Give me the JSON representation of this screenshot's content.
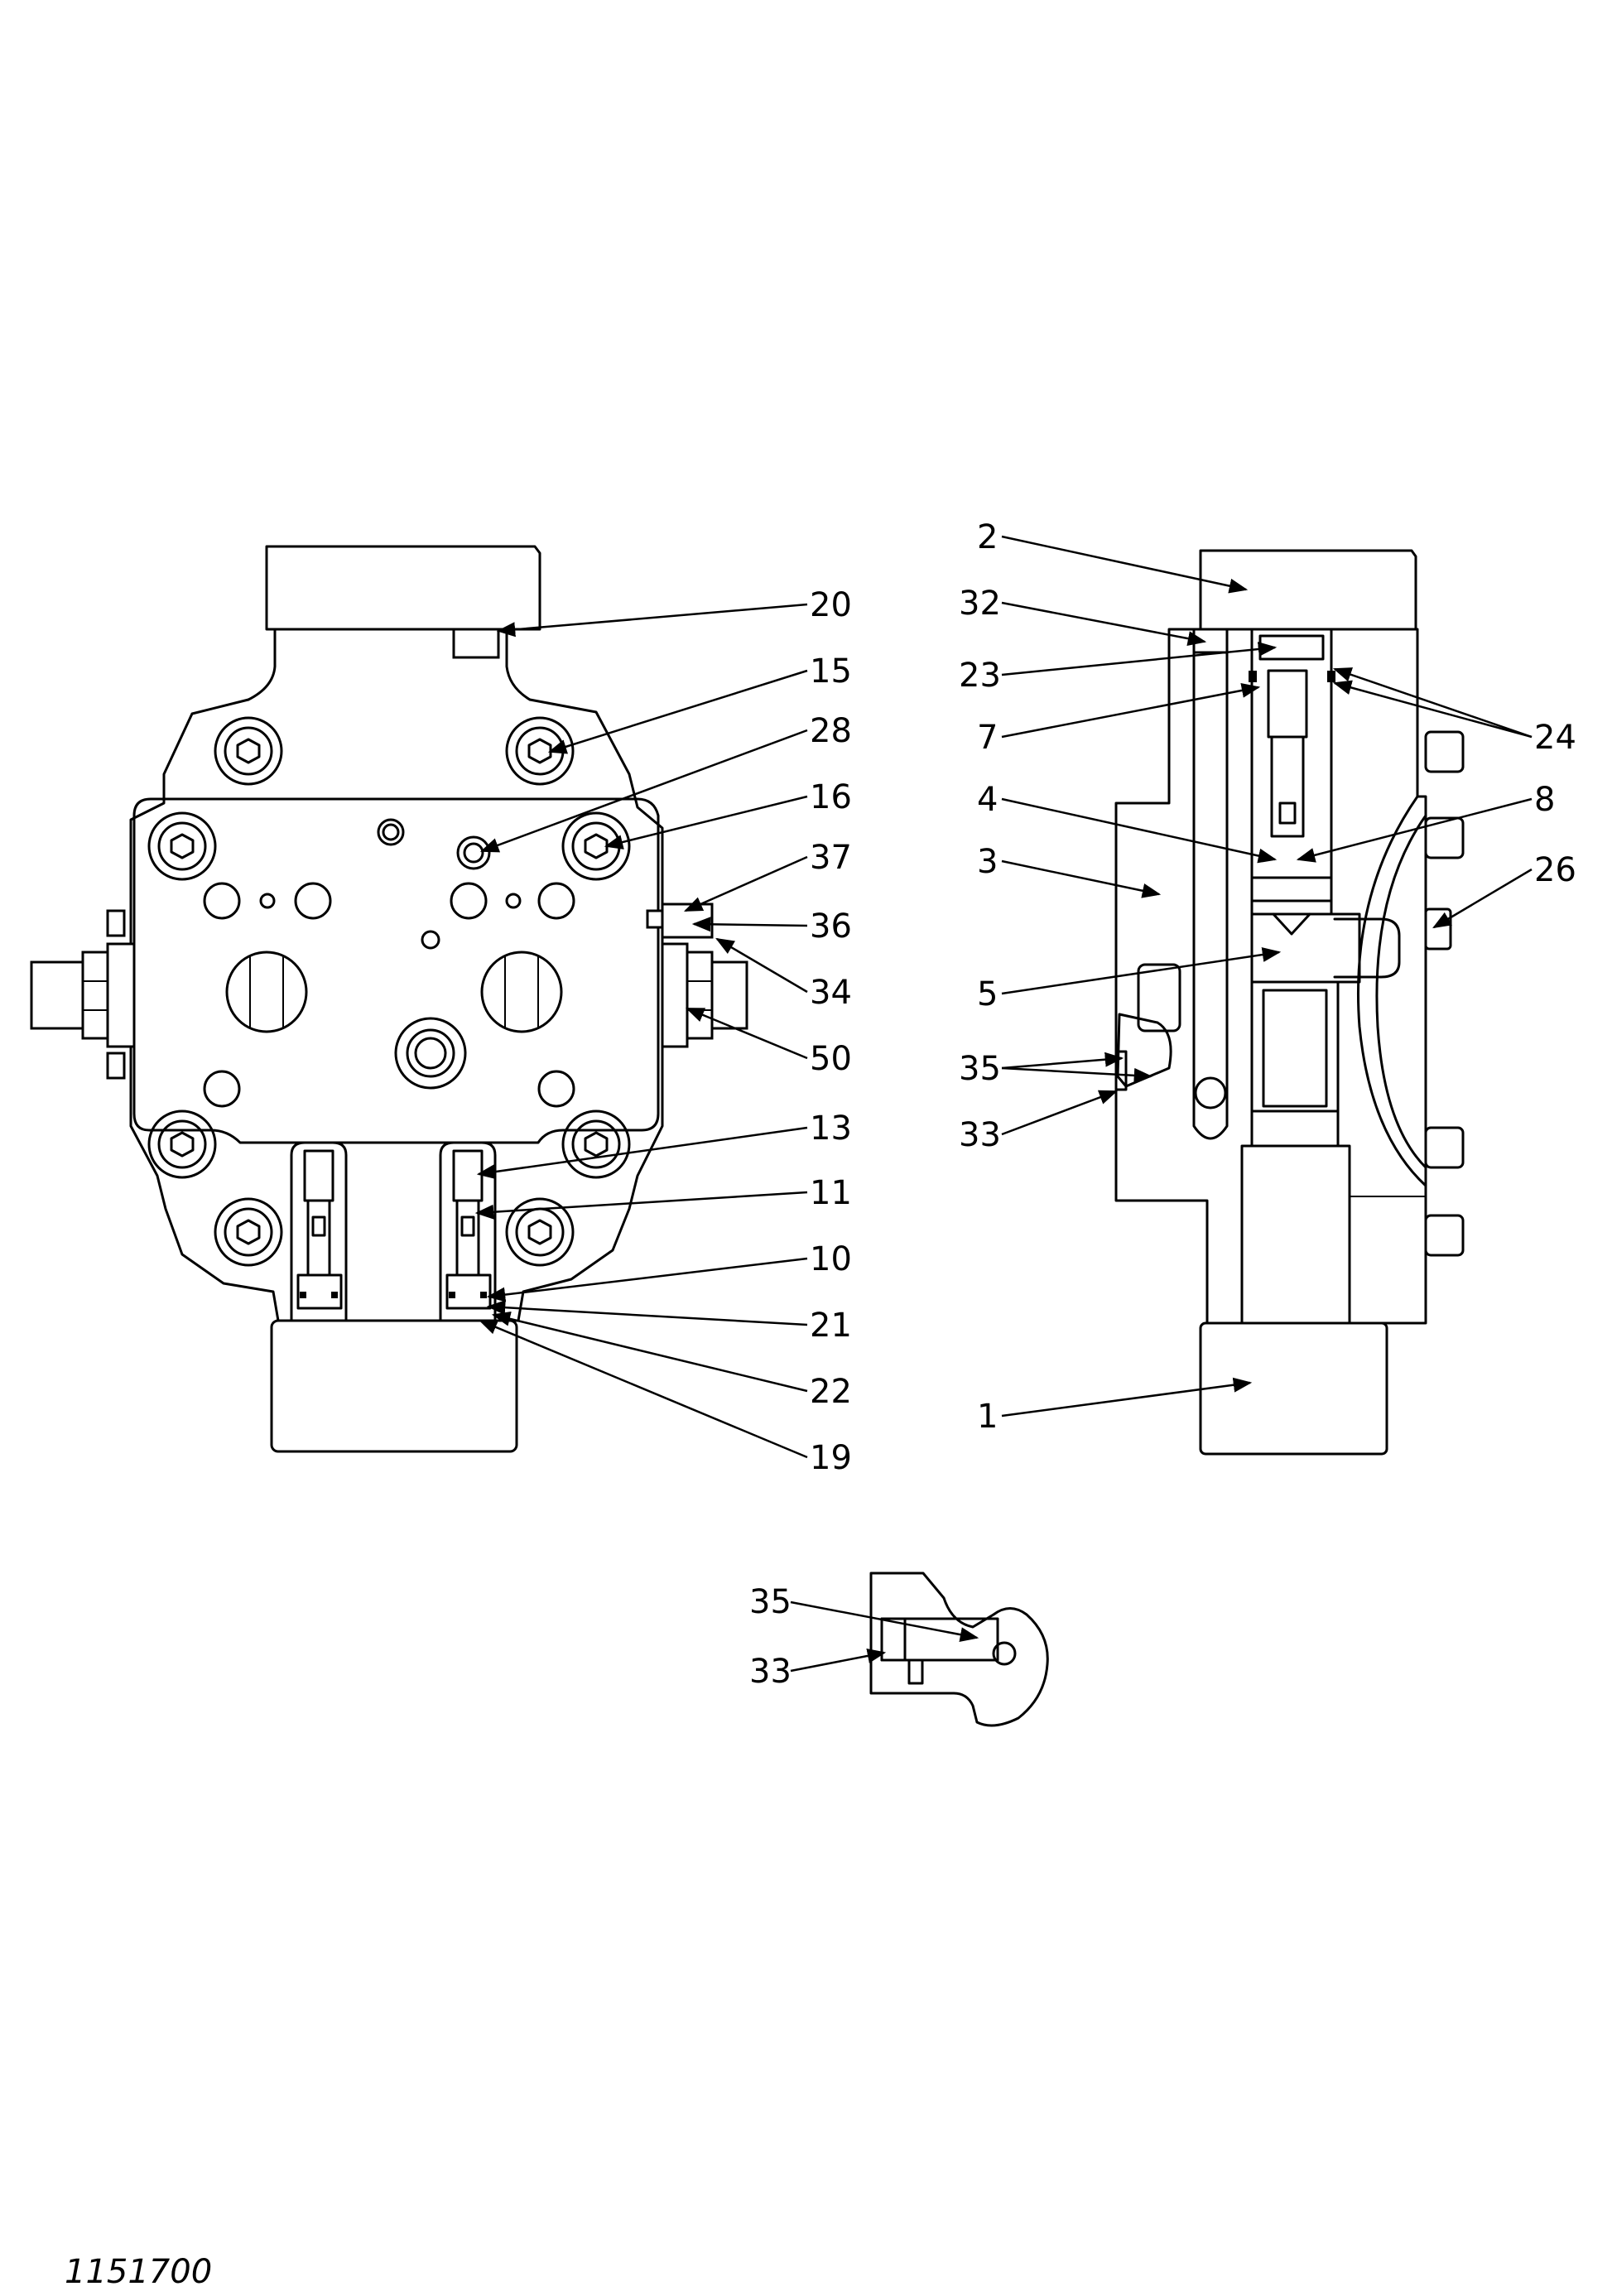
{
  "figure_code": "1151700",
  "callouts": {
    "left_view": [
      "20",
      "15",
      "28",
      "16",
      "37",
      "36",
      "34",
      "50",
      "13",
      "11",
      "10",
      "21",
      "22",
      "19"
    ],
    "right_view": [
      "2",
      "32",
      "23",
      "7",
      "24",
      "4",
      "8",
      "3",
      "26",
      "5",
      "35",
      "33",
      "1"
    ],
    "detail_view": [
      "35",
      "33"
    ]
  }
}
